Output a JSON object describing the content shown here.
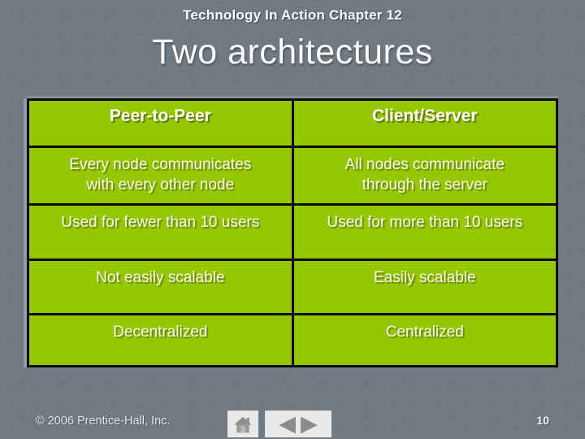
{
  "slide": {
    "chapter_heading": "Technology In Action Chapter 12",
    "title": "Two architectures"
  },
  "table": {
    "headers": [
      "Peer-to-Peer",
      "Client/Server"
    ],
    "rows": [
      [
        "Every node communicates with every other node",
        "All nodes communicate through the server"
      ],
      [
        "Used for fewer than 10 users",
        "Used for more than 10 users"
      ],
      [
        "Not easily scalable",
        "Easily scalable"
      ],
      [
        "Decentralized",
        "Centralized"
      ]
    ]
  },
  "footer": {
    "copyright": "© 2006 Prentice-Hall, Inc.",
    "page_number": "10",
    "nav_icons": [
      "home-icon",
      "left-arrow-icon",
      "right-arrow-icon"
    ],
    "back_glyph": "◀",
    "forward_glyph": "▶"
  },
  "colors": {
    "background_gray": "#6F7A83",
    "cell_green": "#95C702",
    "table_border": "#0B0B0B",
    "heading_text": "#FFFFFF",
    "cell_text": "#F8F6E8",
    "button_background": "#E9E9E9",
    "button_icon_gray": "#8B8B8B"
  }
}
